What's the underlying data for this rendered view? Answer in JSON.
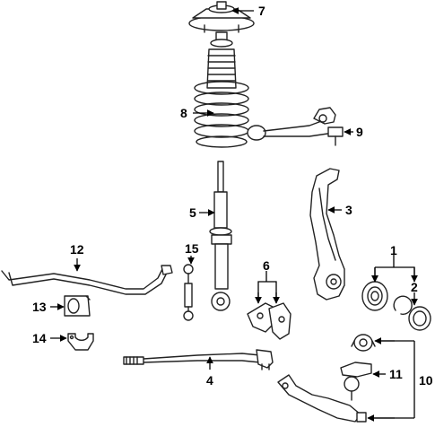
{
  "callouts": {
    "c1": "1",
    "c2": "2",
    "c3": "3",
    "c4": "4",
    "c5": "5",
    "c6": "6",
    "c7": "7",
    "c8": "8",
    "c9": "9",
    "c10": "10",
    "c11": "11",
    "c12": "12",
    "c13": "13",
    "c14": "14",
    "c15": "15"
  },
  "colors": {
    "line": "#222222",
    "background": "#ffffff"
  }
}
